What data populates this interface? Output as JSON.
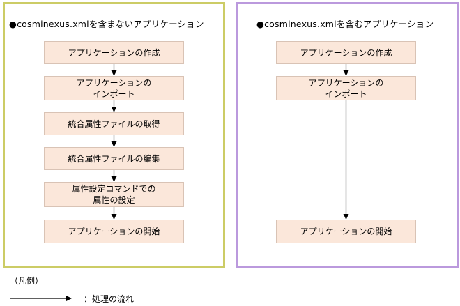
{
  "left_panel": {
    "title": "●cosminexus.xmlを含まないアプリケーション",
    "steps": [
      "アプリケーションの作成",
      "アプリケーションの\nインポート",
      "統合属性ファイルの取得",
      "統合属性ファイルの編集",
      "属性設定コマンドでの\n属性の設定",
      "アプリケーションの開始"
    ]
  },
  "right_panel": {
    "title": "●cosminexus.xmlを含むアプリケーション",
    "steps": [
      "アプリケーションの作成",
      "アプリケーションの\nインポート",
      "アプリケーションの開始"
    ]
  },
  "legend": {
    "title": "（凡例）",
    "arrow_label": "：処理の流れ"
  },
  "colors": {
    "left_border": "#cccc66",
    "right_border": "#bb99dd",
    "box_fill": "#fbe7da"
  }
}
